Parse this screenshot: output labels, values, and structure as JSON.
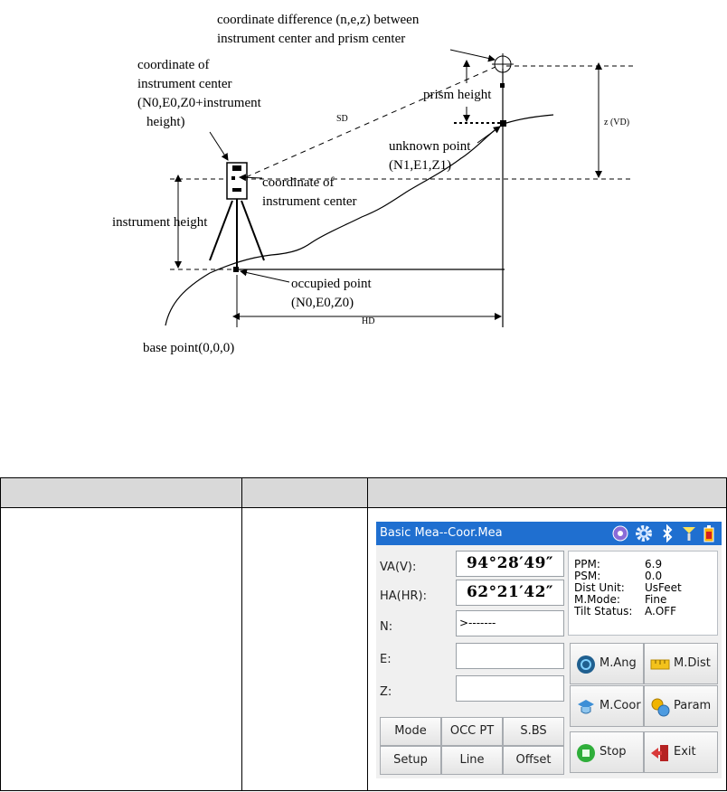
{
  "diagram": {
    "labels": {
      "coord_diff_line1": "coordinate difference (n,e,z) between",
      "coord_diff_line2": "instrument center and prism center",
      "instr_center_line1": "coordinate of",
      "instr_center_line2": "instrument center",
      "instr_center_line3": "(N0,E0,Z0+instrument",
      "instr_center_line4": "height)",
      "sd": "SD",
      "prism_height": "prism height",
      "z_vd": "z (VD)",
      "unknown_line1": "unknown point",
      "unknown_line2": "(N1,E1,Z1)",
      "coord_of_line1": "coordinate of",
      "coord_of_line2": "instrument center",
      "instrument_height": "instrument height",
      "occupied_line1": "occupied point",
      "occupied_line2": "(N0,E0,Z0)",
      "hd": "HD",
      "base_point": "base point(0,0,0)"
    }
  },
  "table": {
    "headers": [
      "",
      "",
      ""
    ]
  },
  "device": {
    "title": "Basic Mea--Coor.Mea",
    "icons": [
      "target-icon",
      "gear-icon",
      "bluetooth-icon",
      "prism-signal-icon",
      "battery-icon"
    ],
    "fields": [
      {
        "label": "VA(V):",
        "value": "94°28′49″"
      },
      {
        "label": "HA(HR):",
        "value": "62°21′42″"
      },
      {
        "label": "N:",
        "value": ">-------"
      },
      {
        "label": "E:",
        "value": ""
      },
      {
        "label": "Z:",
        "value": ""
      }
    ],
    "info": [
      {
        "key": "PPM:",
        "value": "6.9"
      },
      {
        "key": "PSM:",
        "value": "0.0"
      },
      {
        "key": "Dist Unit:",
        "value": "UsFeet"
      },
      {
        "key": "M.Mode:",
        "value": "Fine"
      },
      {
        "key": "Tilt Status:",
        "value": "A.OFF"
      }
    ],
    "small_buttons": [
      "Mode",
      "OCC PT",
      "S.BS",
      "Setup",
      "Line",
      "Offset"
    ],
    "big_buttons": [
      {
        "label": "M.Ang",
        "icon": "angle-measure-icon"
      },
      {
        "label": "M.Dist",
        "icon": "distance-measure-icon"
      },
      {
        "label": "M.Coor",
        "icon": "coordinate-measure-icon"
      },
      {
        "label": "Param",
        "icon": "parameters-icon"
      },
      {
        "label": "Stop",
        "icon": "stop-icon"
      },
      {
        "label": "Exit",
        "icon": "exit-icon"
      }
    ],
    "colors": {
      "titlebar": "#1f6fd0"
    }
  }
}
